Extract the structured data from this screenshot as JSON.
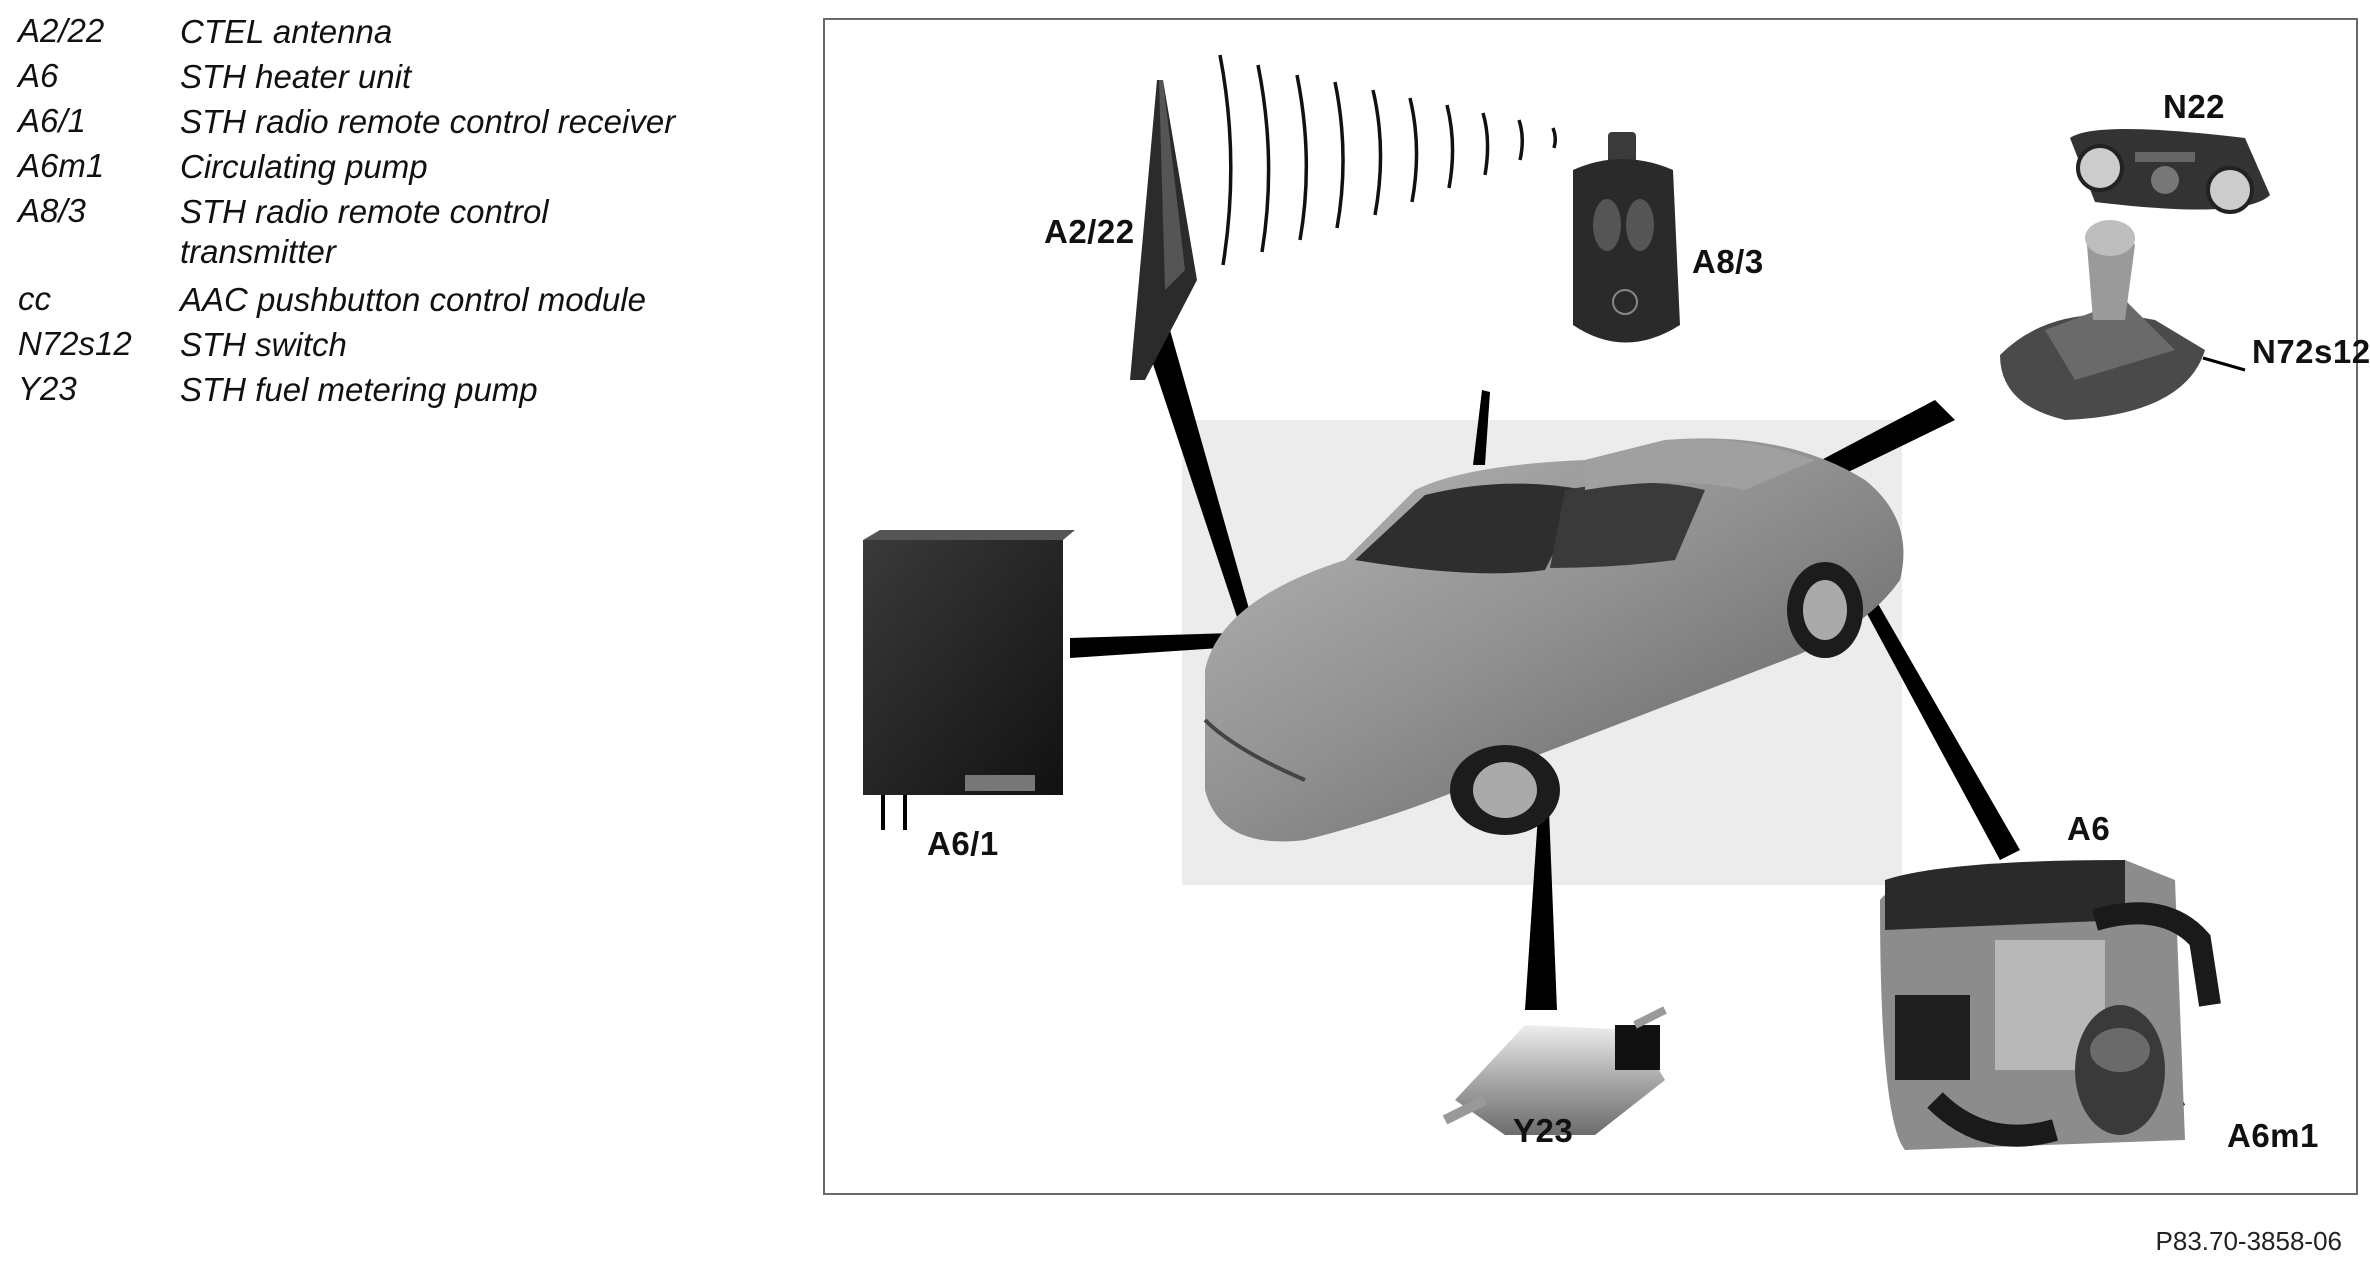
{
  "legend": [
    {
      "code": "A2/22",
      "description": "CTEL antenna"
    },
    {
      "code": "A6",
      "description": "STH heater unit"
    },
    {
      "code": "A6/1",
      "description": "STH radio remote control receiver"
    },
    {
      "code": "A6m1",
      "description": "Circulating pump"
    },
    {
      "code": "A8/3",
      "description": "STH radio remote control transmitter"
    },
    {
      "code": "cc",
      "description": "AAC pushbutton control module"
    },
    {
      "code": "N72s12",
      "description": "STH switch"
    },
    {
      "code": "Y23",
      "description": "STH fuel metering pump"
    }
  ],
  "callouts": {
    "a2_22": "A2/22",
    "a8_3": "A8/3",
    "n22": "N22",
    "n72s12": "N72s12",
    "a6_1": "A6/1",
    "a6": "A6",
    "y23": "Y23",
    "a6m1": "A6m1"
  },
  "figure_ref": "P83.70-3858-06"
}
